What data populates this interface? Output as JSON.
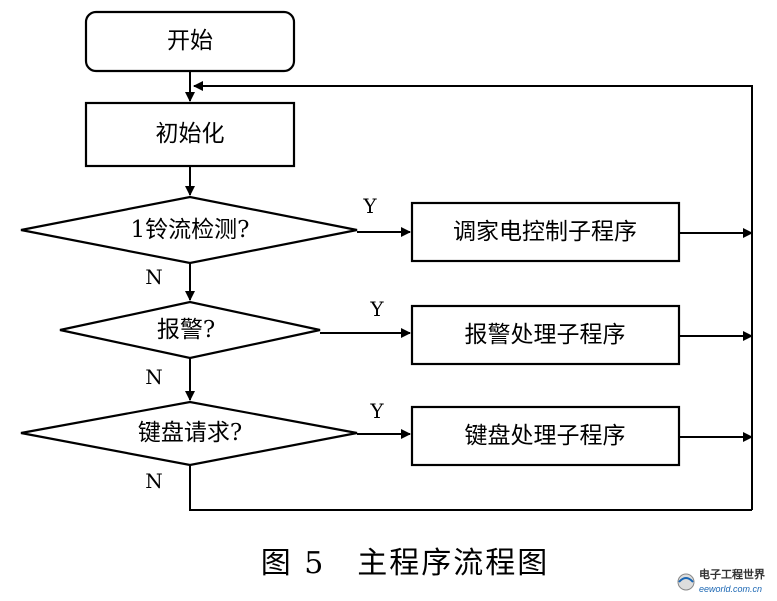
{
  "flowchart": {
    "start": "开始",
    "init": "初始化",
    "decision_bell": "1铃流检测?",
    "action_bell": "调家电控制子程序",
    "decision_alarm": "报警?",
    "action_alarm": "报警处理子程序",
    "decision_keyboard": "键盘请求?",
    "action_keyboard": "键盘处理子程序",
    "yes_label": "Y",
    "no_label": "N"
  },
  "caption": "图 5　主程序流程图",
  "watermark": {
    "title": "电子工程世界",
    "url": "eeworld.com.cn"
  }
}
